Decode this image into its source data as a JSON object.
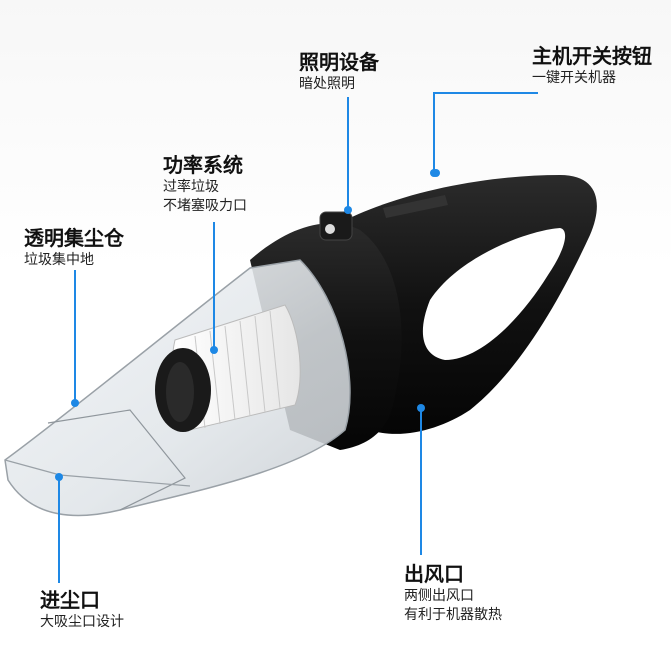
{
  "callouts": {
    "lighting": {
      "title": "照明设备",
      "desc": [
        "暗处照明"
      ]
    },
    "power_switch": {
      "title": "主机开关按钮",
      "desc": [
        "一键开关机器"
      ]
    },
    "suction_system": {
      "title": "功率系统",
      "desc": [
        "过率垃圾",
        "不堵塞吸力口"
      ]
    },
    "dust_bin": {
      "title": "透明集尘仓",
      "desc": [
        "垃圾集中地"
      ]
    },
    "inlet": {
      "title": "进尘口",
      "desc": [
        "大吸尘口设计"
      ]
    },
    "outlet": {
      "title": "出风口",
      "desc": [
        "两侧出风口",
        "有利于机器散热"
      ]
    }
  },
  "colors": {
    "accent": "#1e88e5",
    "body_black": "#141414",
    "bin_clear": "#e8ecef"
  }
}
